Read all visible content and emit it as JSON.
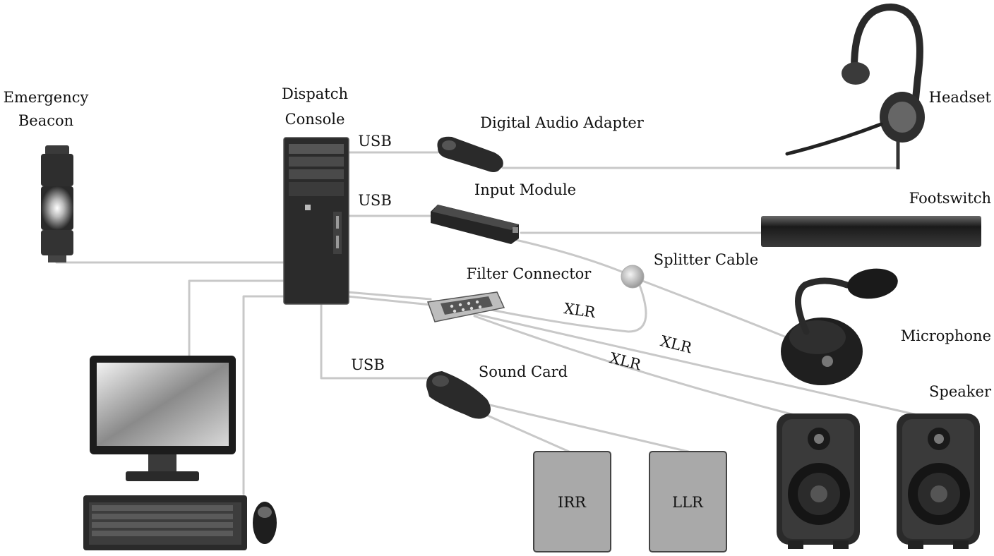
{
  "labels": {
    "emergency_beacon_line1": "Emergency",
    "emergency_beacon_line2": "Beacon",
    "dispatch_console_line1": "Dispatch",
    "dispatch_console_line2": "Console",
    "digital_audio_adapter": "Digital Audio Adapter",
    "headset": "Headset",
    "input_module": "Input Module",
    "footswitch": "Footswitch",
    "splitter_cable": "Splitter Cable",
    "filter_connector": "Filter Connector",
    "microphone": "Microphone",
    "sound_card": "Sound Card",
    "speaker": "Speaker",
    "irr": "IRR",
    "llr": "LLR"
  },
  "connections": {
    "usb_adapter": "USB",
    "usb_input_module": "USB",
    "usb_sound_card": "USB",
    "xlr_mic": "XLR",
    "xlr_speaker_right": "XLR",
    "xlr_speaker_left": "XLR"
  }
}
